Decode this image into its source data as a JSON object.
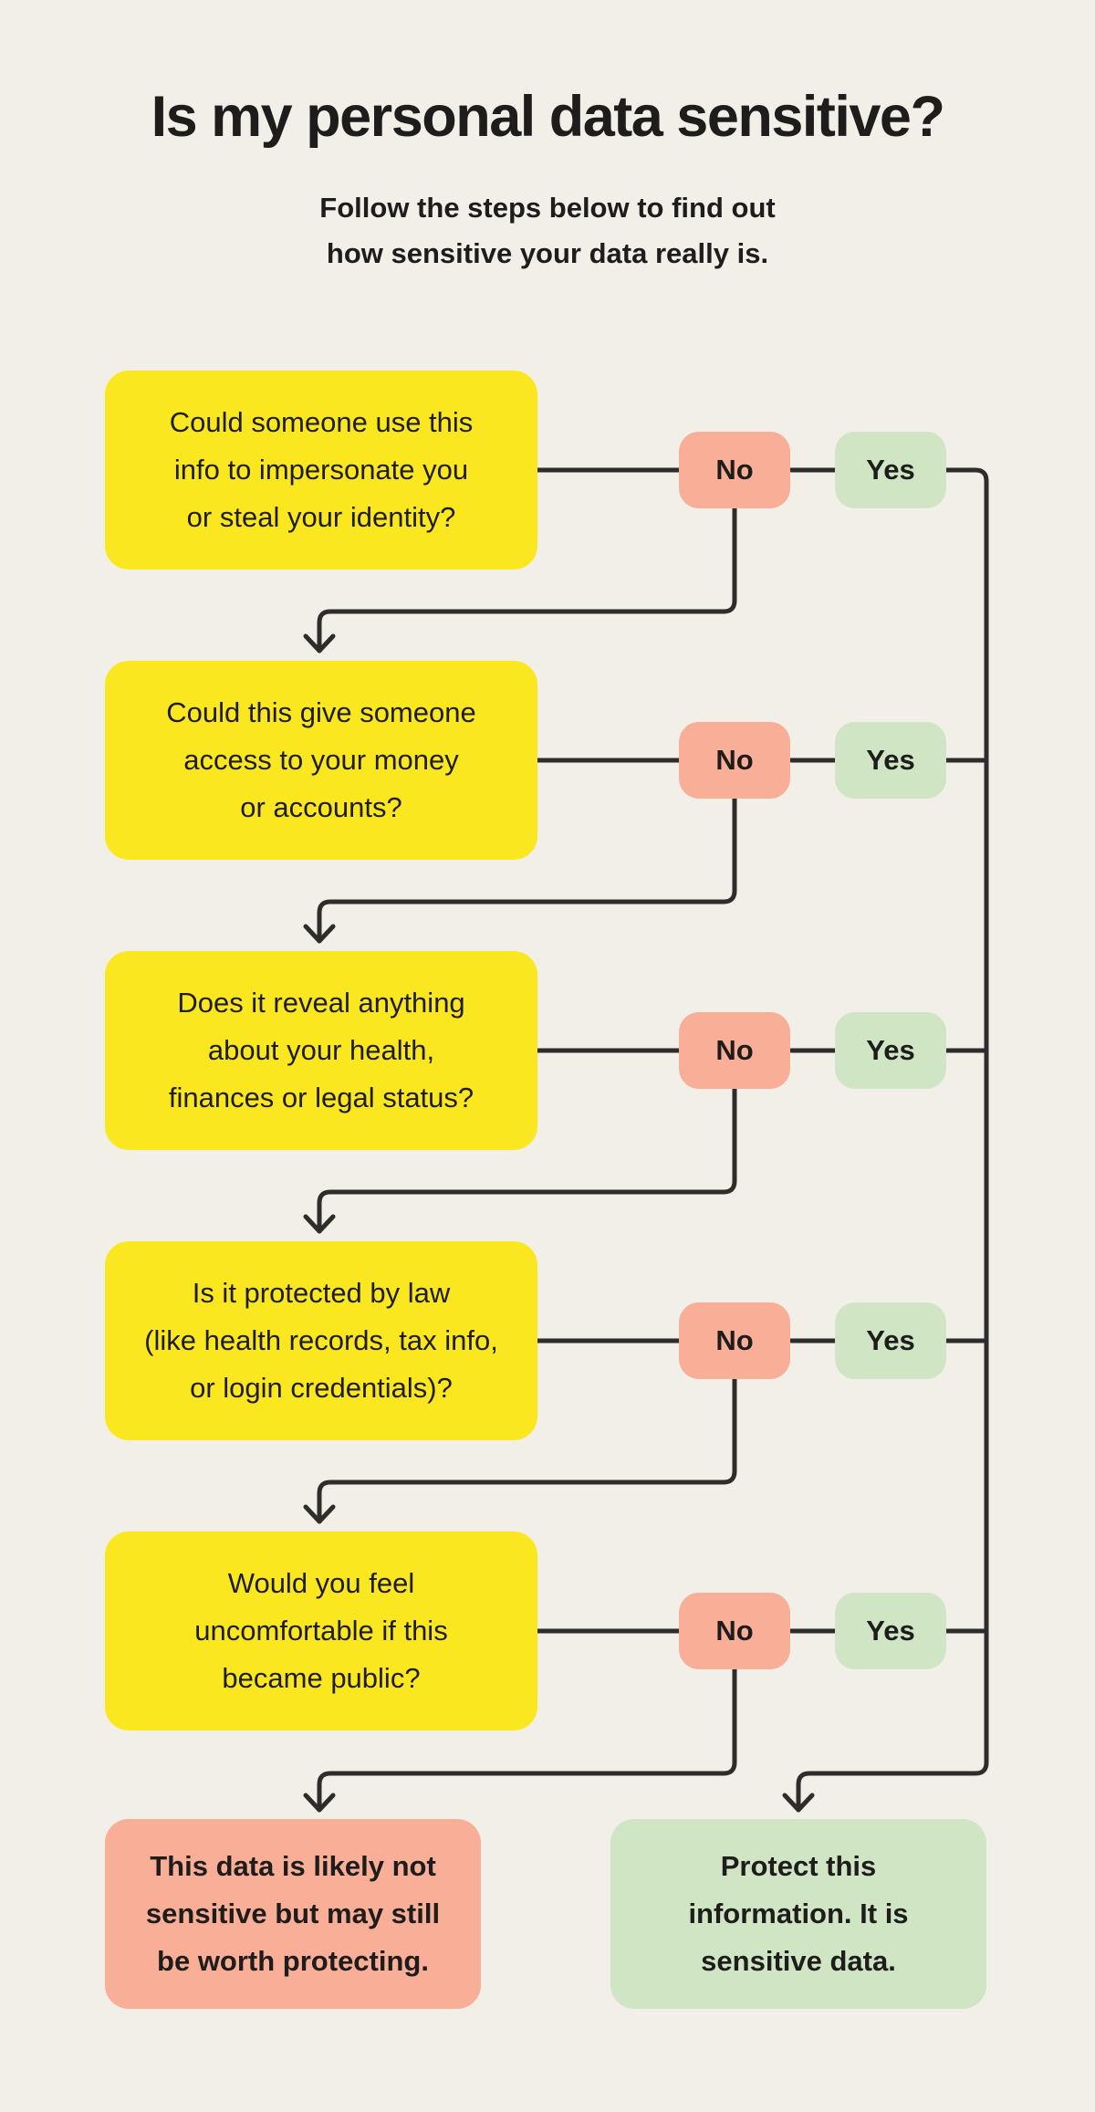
{
  "page": {
    "title": "Is my personal data sensitive?",
    "subtitle_lines": [
      "Follow the steps below to find out",
      "how sensitive your data really is."
    ]
  },
  "labels": {
    "no": "No",
    "yes": "Yes"
  },
  "colors": {
    "background": "#F2EFE9",
    "question_bg": "#FBE71F",
    "no_bg": "#F9AE98",
    "yes_bg": "#CFE5C4",
    "line": "#2E2D2B",
    "text": "#1E1D1B"
  },
  "questions": [
    {
      "lines": [
        "Could someone use this",
        "info to impersonate you",
        "or steal your identity?"
      ]
    },
    {
      "lines": [
        "Could this give someone",
        "access to your money",
        "or accounts?"
      ]
    },
    {
      "lines": [
        "Does it reveal anything",
        "about your health,",
        "finances or legal status?"
      ]
    },
    {
      "lines": [
        "Is it protected by law",
        "(like health records, tax info,",
        "or login credentials)?"
      ]
    },
    {
      "lines": [
        "Would you feel",
        "uncomfortable if this",
        "became public?"
      ]
    }
  ],
  "outcomes": {
    "negative": {
      "lines": [
        "This data is likely not",
        "sensitive but may still",
        "be worth protecting."
      ]
    },
    "positive": {
      "lines": [
        "Protect this",
        "information. It is",
        "sensitive data."
      ]
    }
  }
}
